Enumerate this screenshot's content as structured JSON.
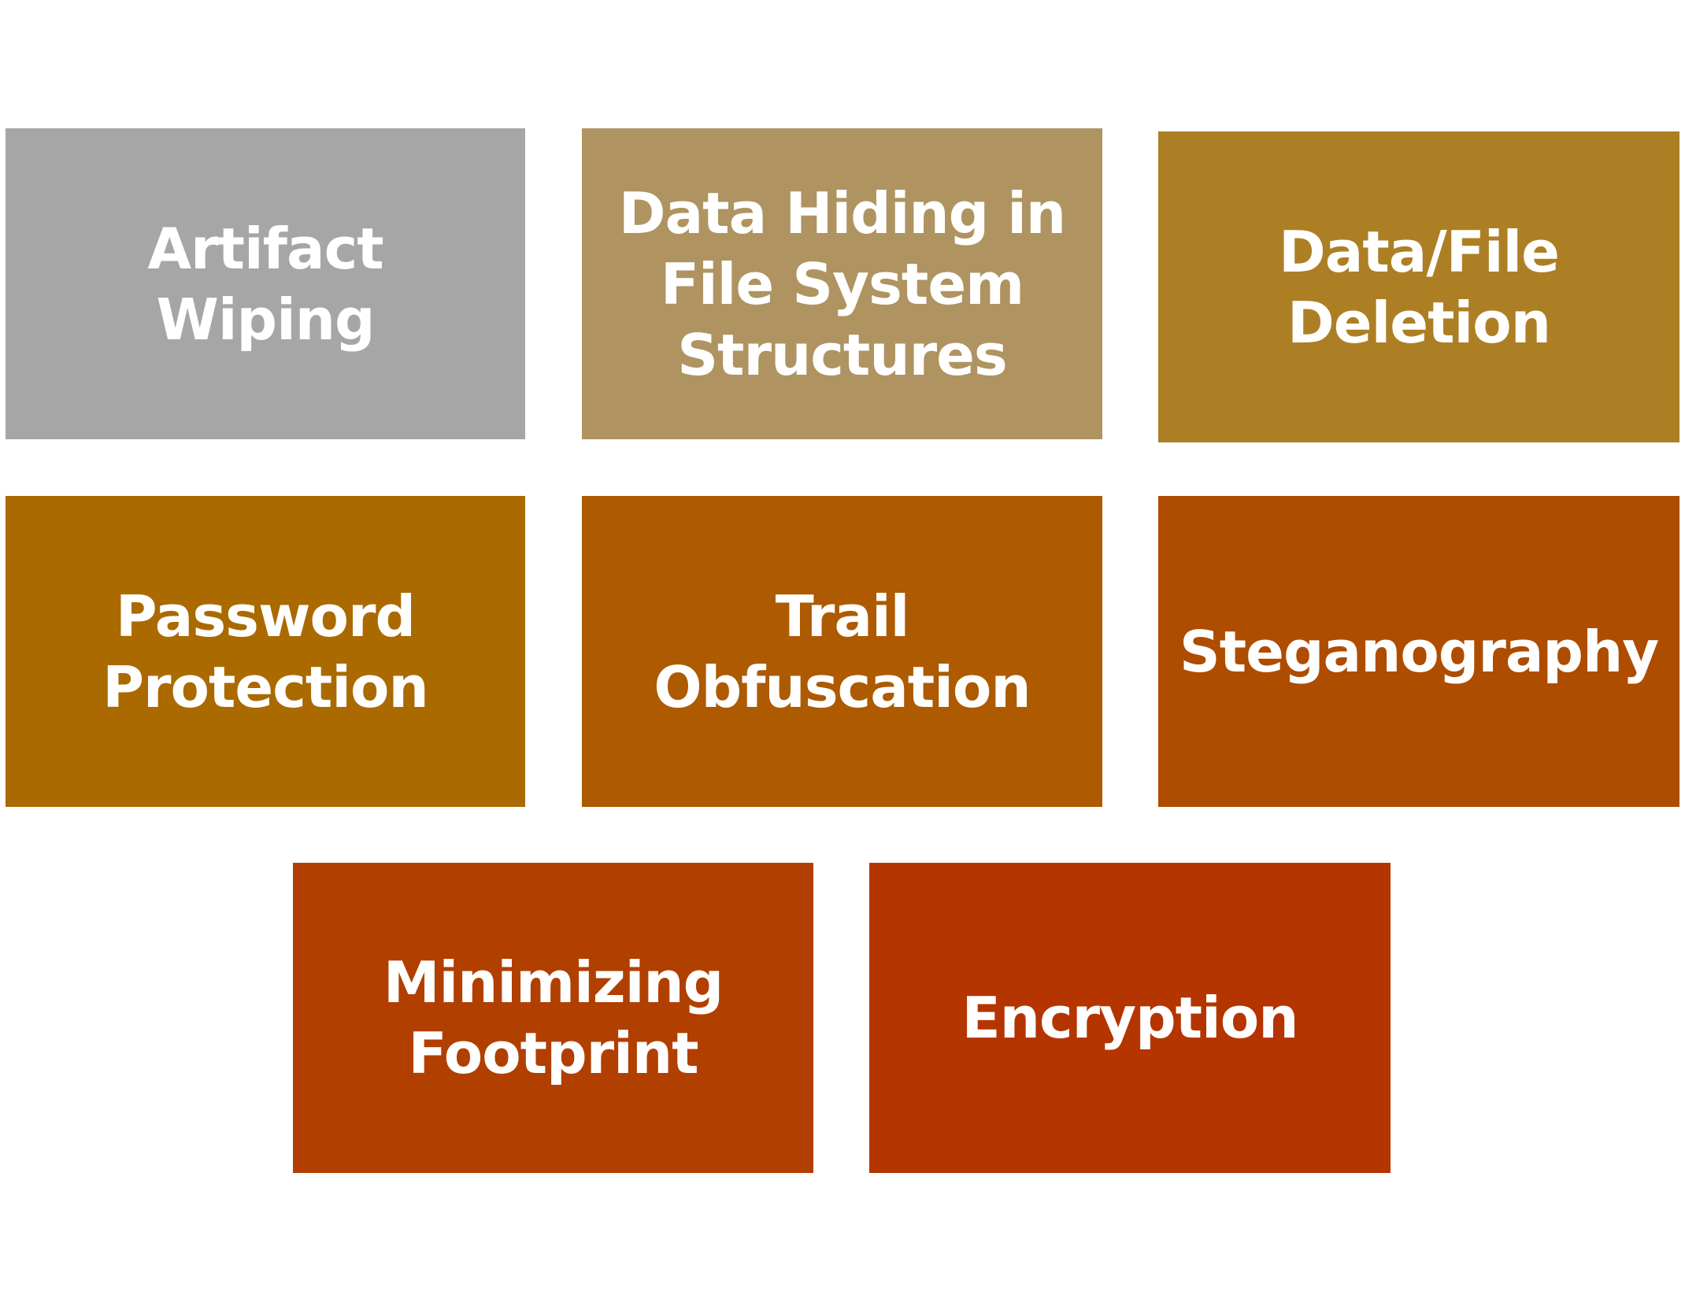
{
  "boxes": [
    {
      "label": "Artifact Wiping",
      "color": "#a6a6a6"
    },
    {
      "label": "Data Hiding in\nFile System\nStructures",
      "color": "#af9461"
    },
    {
      "label": "Data/File\nDeletion",
      "color": "#ad7f24"
    },
    {
      "label": "Password\nProtection",
      "color": "#aa6a00"
    },
    {
      "label": "Trail Obfuscation",
      "color": "#ad5a00"
    },
    {
      "label": "Steganography",
      "color": "#ae4c00"
    },
    {
      "label": "Minimizing\nFootprint",
      "color": "#b13f00"
    },
    {
      "label": "Encryption",
      "color": "#b43500"
    }
  ]
}
